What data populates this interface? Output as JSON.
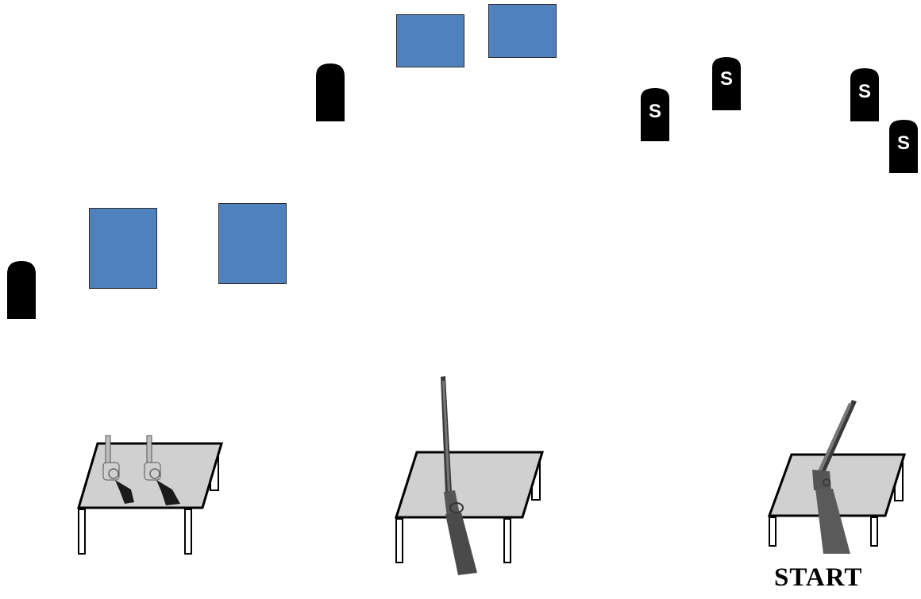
{
  "stage": {
    "start_label": "START"
  },
  "targets": {
    "count_blue_boxes": 4,
    "box_color": "#4F81BD"
  },
  "markers": {
    "plain_count": 2,
    "steel_count": 4,
    "steel_letter": "S",
    "marker_color": "#000000"
  },
  "tables": {
    "count": 3,
    "top_color": "#D0D0D0",
    "items": [
      "revolver-pair",
      "lever-action-rifle",
      "shotgun"
    ]
  }
}
